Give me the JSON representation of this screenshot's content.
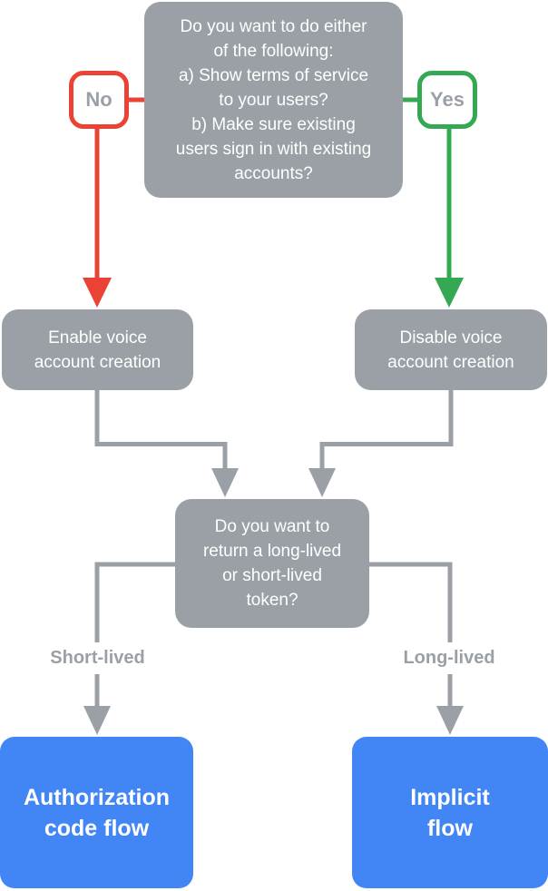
{
  "diagram": {
    "top_question": "Do you want to do either\nof the following:\na) Show terms of service\nto your users?\nb) Make sure existing\nusers sign in with existing\naccounts?",
    "no_label": "No",
    "yes_label": "Yes",
    "enable_box": "Enable voice\naccount creation",
    "disable_box": "Disable voice\naccount creation",
    "token_question": "Do you want to\nreturn a long-lived\nor short-lived\ntoken?",
    "short_lived_label": "Short-lived",
    "long_lived_label": "Long-lived",
    "auth_code_box": "Authorization\ncode flow",
    "implicit_box": "Implicit\nflow"
  },
  "colors": {
    "node_gray": "#9AA0A6",
    "no_red": "#EA4335",
    "yes_green": "#34A853",
    "result_blue": "#4285F4",
    "label_gray": "#9AA0A6",
    "text_white": "#FFFFFF"
  }
}
